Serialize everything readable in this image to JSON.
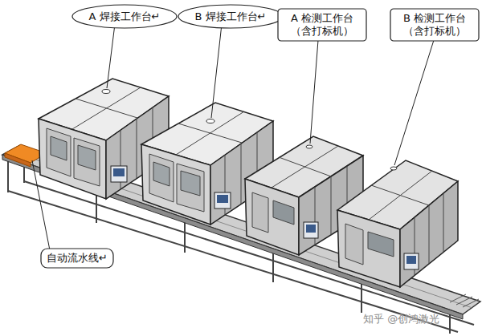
{
  "diagram": {
    "nodes": [
      {
        "text": [
          "A 焊接工作台↵"
        ]
      },
      {
        "text": [
          "B 焊接工作台↵"
        ]
      },
      {
        "text": [
          "A 检测工作台 （含打标机）"
        ]
      },
      {
        "text": [
          "B 检测工作台 （含打标机）"
        ]
      },
      {
        "text": [
          "自动流水线↵"
        ]
      }
    ],
    "labels": [
      "知乎 @创鸿激光"
    ]
  }
}
